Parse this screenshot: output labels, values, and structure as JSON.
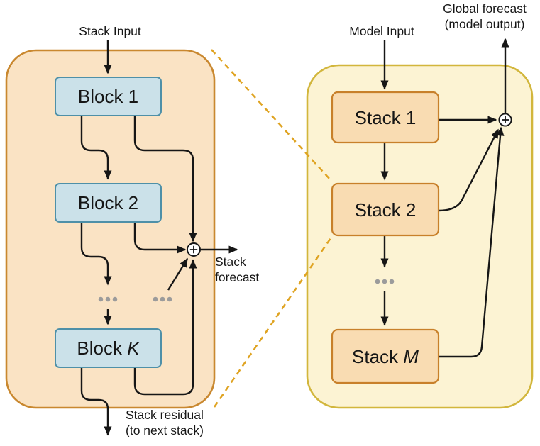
{
  "diagram": {
    "left_panel": {
      "input_label": "Stack Input",
      "block1_label": "Block 1",
      "block2_label": "Block 2",
      "blockK_prefix": "Block ",
      "blockK_var": "K",
      "plus_symbol": "+",
      "forecast_label_line1": "Stack",
      "forecast_label_line2": "forecast",
      "residual_label_line1": "Stack residual",
      "residual_label_line2": "(to next stack)"
    },
    "right_panel": {
      "input_label": "Model Input",
      "stack1_label": "Stack 1",
      "stack2_label": "Stack 2",
      "stackM_prefix": "Stack ",
      "stackM_var": "M",
      "plus_symbol": "+",
      "output_label_line1": "Global forecast",
      "output_label_line2": "(model output)"
    },
    "colors": {
      "left_panel_fill": "#FAE3C4",
      "left_panel_border": "#C9882F",
      "block_fill": "#CBE1E9",
      "block_border": "#4E90A8",
      "right_panel_fill": "#FCF3D3",
      "right_panel_border": "#D2B63C",
      "stack_fill": "#F9DCB2",
      "stack_border": "#C8802A",
      "dashed_connector": "#DFA321",
      "arrow_line": "#161616",
      "ellipsis_dots": "#9B9B9B"
    }
  }
}
